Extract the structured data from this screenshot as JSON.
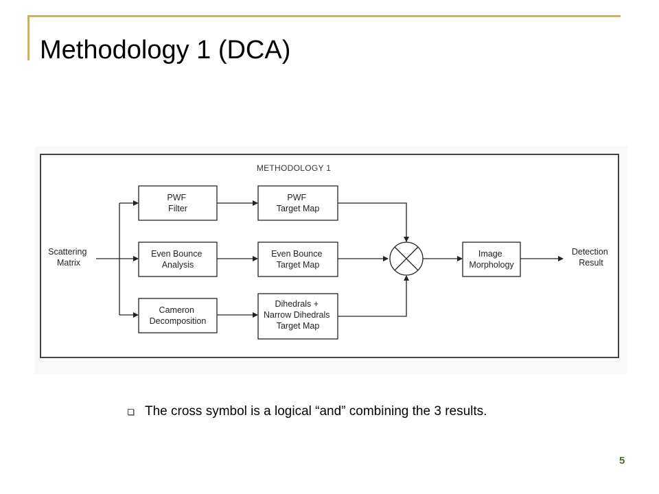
{
  "slide": {
    "title": "Methodology 1 (DCA)",
    "page_number": "5",
    "accent_color": "#c8b560",
    "page_number_color": "#4d6a2f"
  },
  "diagram": {
    "title": "METHODOLOGY 1",
    "input_label_lines": [
      "Scattering",
      "Matrix"
    ],
    "output_label_lines": [
      "Detection",
      "Result"
    ],
    "boxes": {
      "pwf_filter": [
        "PWF",
        "Filter"
      ],
      "even_bounce_analysis": [
        "Even Bounce",
        "Analysis"
      ],
      "cameron_decomposition": [
        "Cameron",
        "Decomposition"
      ],
      "pwf_target_map": [
        "PWF",
        "Target Map"
      ],
      "even_bounce_target_map": [
        "Even Bounce",
        "Target Map"
      ],
      "dihedrals_target_map": [
        "Dihedrals +",
        "Narrow Dihedrals",
        "Target Map"
      ],
      "image_morphology": [
        "Image",
        "Morphology"
      ]
    },
    "combiner_symbol": "cross"
  },
  "bullet": {
    "icon": "square-bullet-icon",
    "text": "The cross symbol is a logical “and” combining the 3 results."
  }
}
